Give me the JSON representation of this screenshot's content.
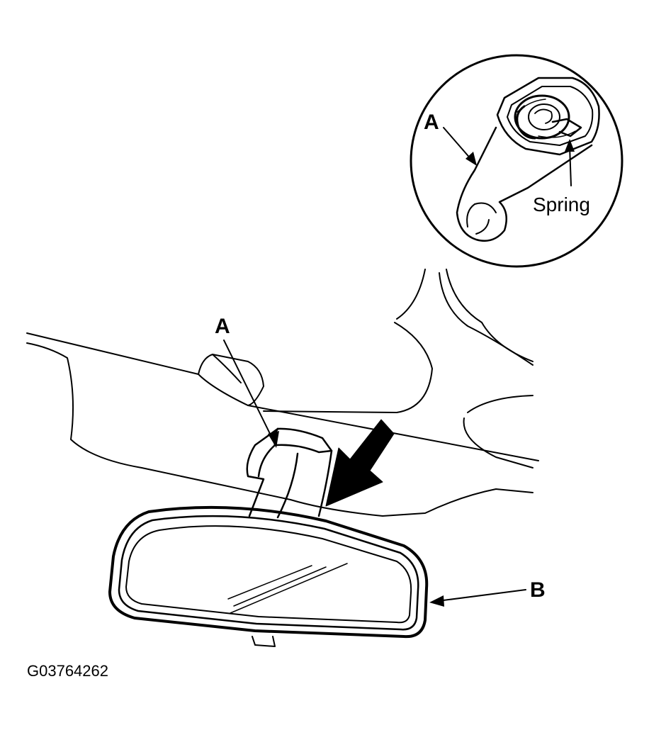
{
  "labels": {
    "inset_a": "A",
    "spring": "Spring",
    "main_a": "A",
    "b": "B",
    "code": "G03764262"
  }
}
